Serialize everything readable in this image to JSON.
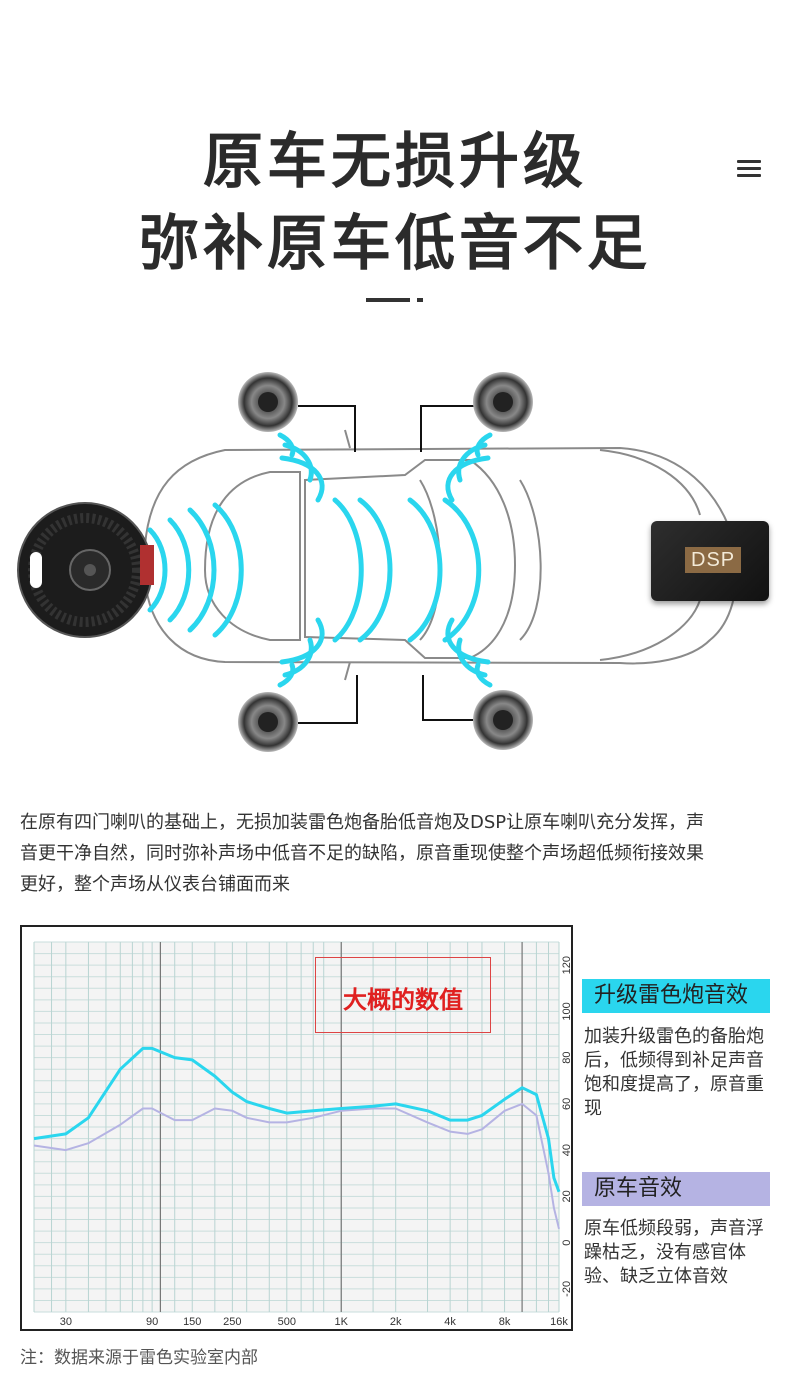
{
  "title": {
    "line1": "原车无损升级",
    "line2": "弥补原车低音不足"
  },
  "header": {
    "menu_icon": "hamburger-menu-icon"
  },
  "diagram": {
    "dsp_label": "DSP",
    "wave_color": "#2ad6ee",
    "speaker_icon": "speaker-icon",
    "subwoofer_icon": "spare-tire-subwoofer-icon"
  },
  "description": "在原有四门喇叭的基础上，无损加装雷色炮备胎低音炮及DSP让原车喇叭充分发挥，声音更干净自然，同时弥补声场中低音不足的缺陷，原音重现使整个声场超低频衔接效果更好，整个声场从仪表台铺面而来",
  "chart_note": "大概的数值",
  "legend": {
    "upgrade": {
      "title": "升级雷色炮音效",
      "text": "加装升级雷色的备胎炮后，低频得到补足声音饱和度提高了，原音重现",
      "color": "#2ad6ee"
    },
    "original": {
      "title": "原车音效",
      "text": "原车低频段弱，声音浮躁枯乏，没有感官体验、缺乏立体音效",
      "color": "#b5b3e3"
    }
  },
  "footnote": "注：数据来源于雷色实验室内部",
  "chart_data": {
    "type": "line",
    "x_tick_labels": [
      "30",
      "90",
      "150",
      "250",
      "500",
      "1K",
      "2k",
      "4k",
      "8k",
      "16k"
    ],
    "y_tick_labels": [
      "-20",
      "0",
      "20",
      "40",
      "60",
      "80",
      "100",
      "120"
    ],
    "ylim": [
      -30,
      130
    ],
    "grid": true,
    "series": [
      {
        "name": "升级雷色炮音效",
        "color": "#2ad6ee",
        "points": [
          [
            "20",
            45
          ],
          [
            "30",
            47
          ],
          [
            "40",
            54
          ],
          [
            "60",
            75
          ],
          [
            "80",
            84
          ],
          [
            "90",
            84
          ],
          [
            "120",
            80
          ],
          [
            "150",
            79
          ],
          [
            "200",
            72
          ],
          [
            "250",
            65
          ],
          [
            "300",
            61
          ],
          [
            "400",
            58
          ],
          [
            "500",
            56
          ],
          [
            "700",
            57
          ],
          [
            "1K",
            58
          ],
          [
            "1.5K",
            59
          ],
          [
            "2k",
            60
          ],
          [
            "3k",
            57
          ],
          [
            "4k",
            53
          ],
          [
            "5k",
            53
          ],
          [
            "6k",
            55
          ],
          [
            "8k",
            62
          ],
          [
            "10k",
            67
          ],
          [
            "12k",
            64
          ],
          [
            "14k",
            45
          ],
          [
            "15k",
            28
          ],
          [
            "16k",
            22
          ]
        ]
      },
      {
        "name": "原车音效",
        "color": "#b5b3e3",
        "points": [
          [
            "20",
            42
          ],
          [
            "30",
            40
          ],
          [
            "40",
            43
          ],
          [
            "60",
            51
          ],
          [
            "80",
            58
          ],
          [
            "90",
            58
          ],
          [
            "120",
            53
          ],
          [
            "150",
            53
          ],
          [
            "200",
            58
          ],
          [
            "250",
            57
          ],
          [
            "300",
            54
          ],
          [
            "400",
            52
          ],
          [
            "500",
            52
          ],
          [
            "700",
            54
          ],
          [
            "1K",
            57
          ],
          [
            "1.5K",
            58
          ],
          [
            "2k",
            58
          ],
          [
            "3k",
            52
          ],
          [
            "4k",
            48
          ],
          [
            "5k",
            47
          ],
          [
            "6k",
            49
          ],
          [
            "8k",
            57
          ],
          [
            "10k",
            60
          ],
          [
            "12k",
            55
          ],
          [
            "14k",
            30
          ],
          [
            "15k",
            15
          ],
          [
            "16k",
            6
          ]
        ]
      }
    ]
  }
}
